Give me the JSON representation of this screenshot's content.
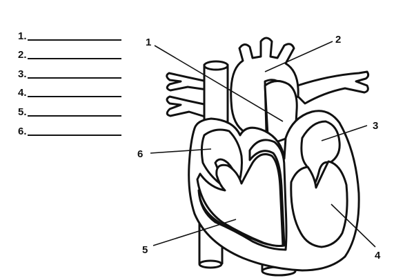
{
  "worksheet": {
    "blanks": [
      {
        "number": "1."
      },
      {
        "number": "2."
      },
      {
        "number": "3."
      },
      {
        "number": "4."
      },
      {
        "number": "5."
      },
      {
        "number": "6."
      }
    ]
  },
  "diagram": {
    "callouts": [
      {
        "label": "1"
      },
      {
        "label": "2"
      },
      {
        "label": "3"
      },
      {
        "label": "4"
      },
      {
        "label": "5"
      },
      {
        "label": "6"
      }
    ],
    "stroke_color": "#111111",
    "fill_color": "#ffffff"
  }
}
